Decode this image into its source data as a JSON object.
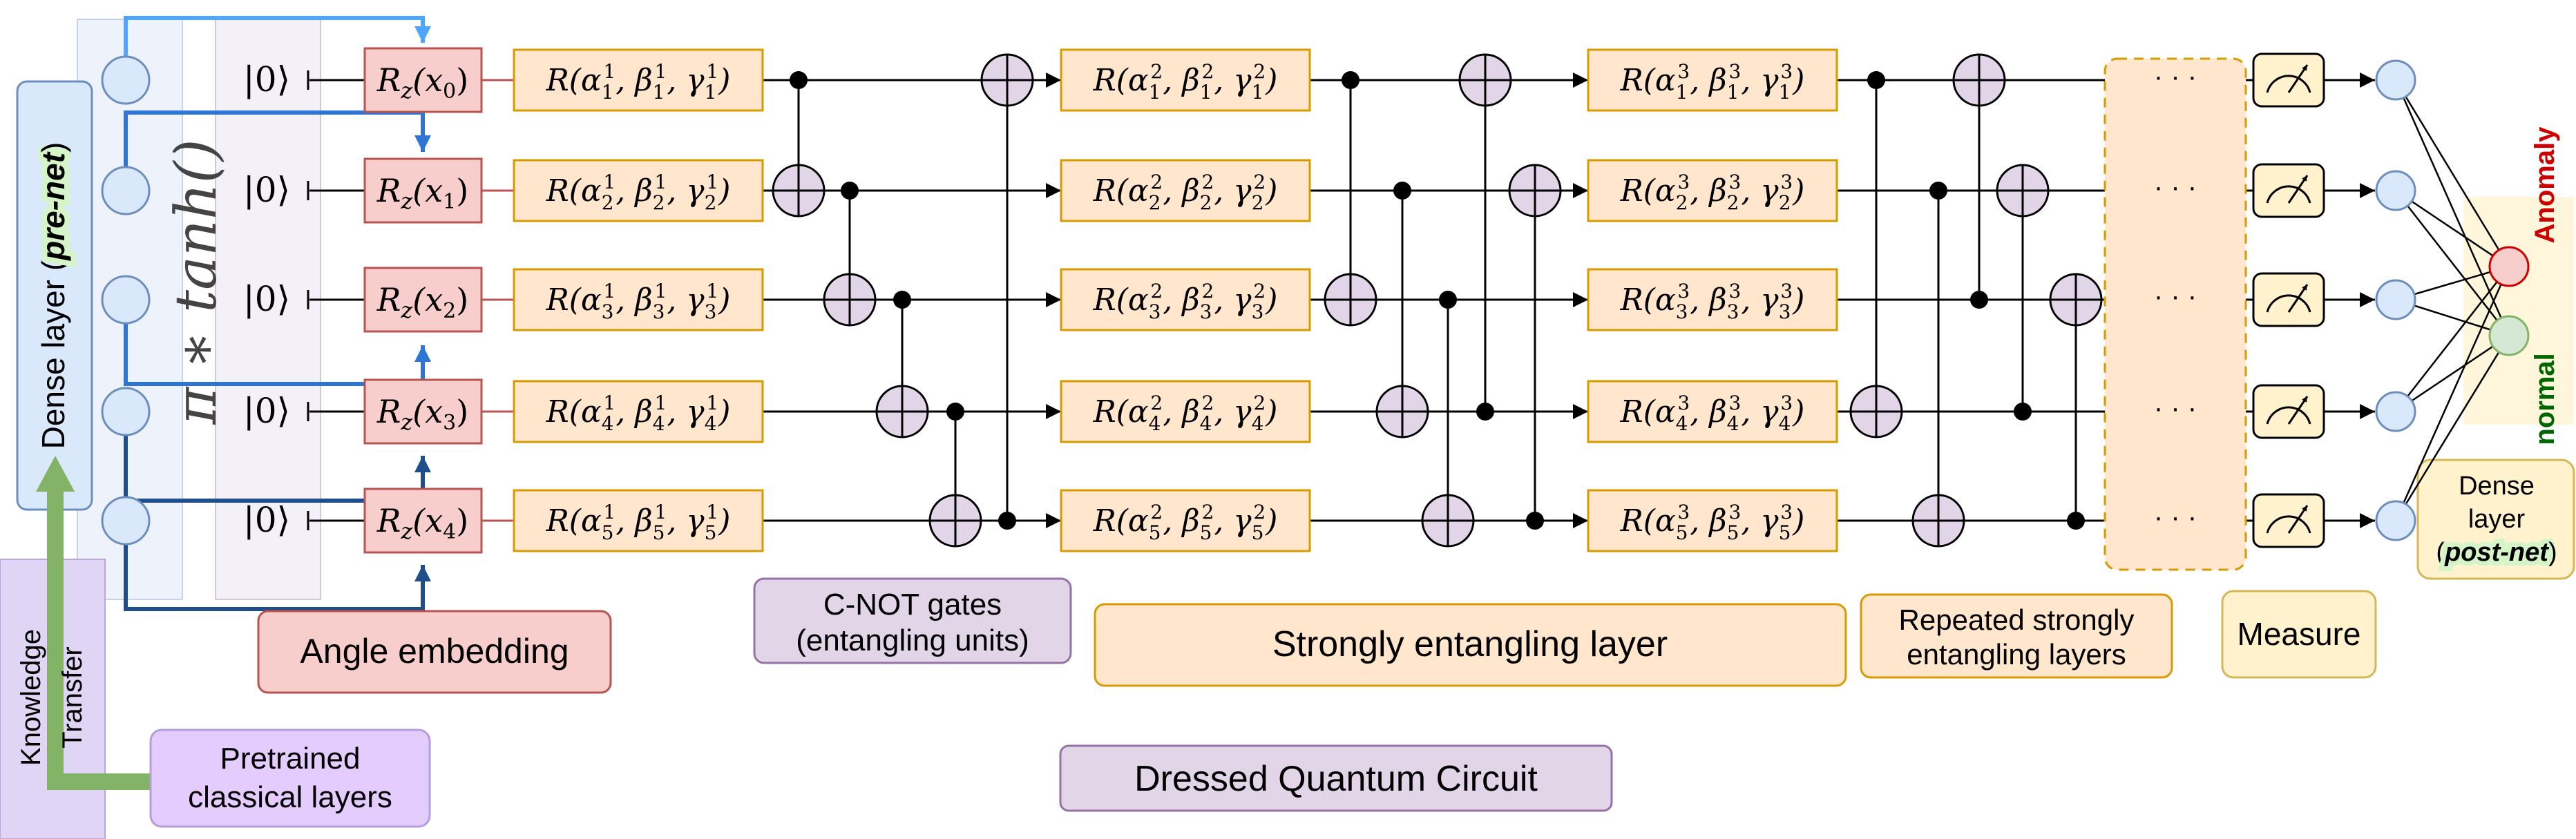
{
  "pre_net": {
    "label_prefix": "Dense layer (",
    "label_emph": "pre-net",
    "label_suffix": ")",
    "activation": "π ∗ tanh()"
  },
  "knowledge_transfer": {
    "line1": "Knowledge",
    "line2": "Transfer"
  },
  "pretrained": {
    "line1": "Pretrained",
    "line2": "classical layers"
  },
  "qubits": [
    {
      "init": "|0⟩",
      "rz_arg": "x",
      "rz_idx": "0",
      "wire": "1"
    },
    {
      "init": "|0⟩",
      "rz_arg": "x",
      "rz_idx": "1",
      "wire": "2"
    },
    {
      "init": "|0⟩",
      "rz_arg": "x",
      "rz_idx": "2",
      "wire": "3"
    },
    {
      "init": "|0⟩",
      "rz_arg": "x",
      "rz_idx": "3",
      "wire": "4"
    },
    {
      "init": "|0⟩",
      "rz_arg": "x",
      "rz_idx": "4",
      "wire": "5"
    }
  ],
  "layer_numbers": [
    "1",
    "2",
    "3"
  ],
  "ellipsis": "· · ·",
  "labels": {
    "angle_embedding": "Angle embedding",
    "cnot_line1": "C-NOT gates",
    "cnot_line2": "(entangling units)",
    "strongly_entangling": "Strongly entangling layer",
    "repeated_line1": "Repeated strongly",
    "repeated_line2": "entangling layers",
    "measure": "Measure",
    "dressed": "Dressed Quantum Circuit"
  },
  "post_net": {
    "line1": "Dense",
    "line2": "layer",
    "line3_prefix": "(",
    "line3_emph": "post-net",
    "line3_suffix": ")"
  },
  "outputs": {
    "anomaly": "Anomaly",
    "normal": "normal"
  },
  "colors": {
    "rz_fill": "#f8cecc",
    "rz_stroke": "#b85450",
    "rot_fill": "#ffe6cc",
    "rot_stroke": "#d79b00",
    "cnot_fill": "#e1d5e7",
    "cnot_stroke": "#9673a6",
    "node_fill": "#dae8fc",
    "node_stroke": "#6c8ebf",
    "measure_fill": "#fff2cc",
    "measure_stroke": "#d6b656",
    "green": "#82b366",
    "anomaly": "#cc0000",
    "normal": "#006600",
    "arrow_light": "#4da6ff",
    "arrow_mid": "#2e75d6",
    "arrow_dark": "#1f4e8c"
  }
}
